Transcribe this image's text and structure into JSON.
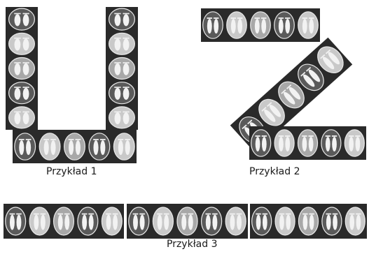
{
  "captions": {
    "example1": "Przykład 1",
    "example2": "Przykład 2",
    "example3": "Przykład 3"
  },
  "colors": {
    "strip": "#2a2a2a",
    "tile_light": "#c9c9c9",
    "tile_mid": "#a8a8a8",
    "tile_dark": "#5a5a5a",
    "foot": "#f2f2f2",
    "background": "#ffffff"
  },
  "tile_variants": [
    "dark",
    "light",
    "mid",
    "dark",
    "light"
  ],
  "strips": [
    {
      "name": "example1-left-column",
      "tiles": 5
    },
    {
      "name": "example1-right-column",
      "tiles": 5
    },
    {
      "name": "example1-bottom-row",
      "tiles": 5
    },
    {
      "name": "example2-top-row",
      "tiles": 5
    },
    {
      "name": "example2-diagonal",
      "tiles": 5
    },
    {
      "name": "example2-bottom-row",
      "tiles": 5
    },
    {
      "name": "example3-row-a",
      "tiles": 5
    },
    {
      "name": "example3-row-b",
      "tiles": 5
    },
    {
      "name": "example3-row-c",
      "tiles": 5
    }
  ]
}
